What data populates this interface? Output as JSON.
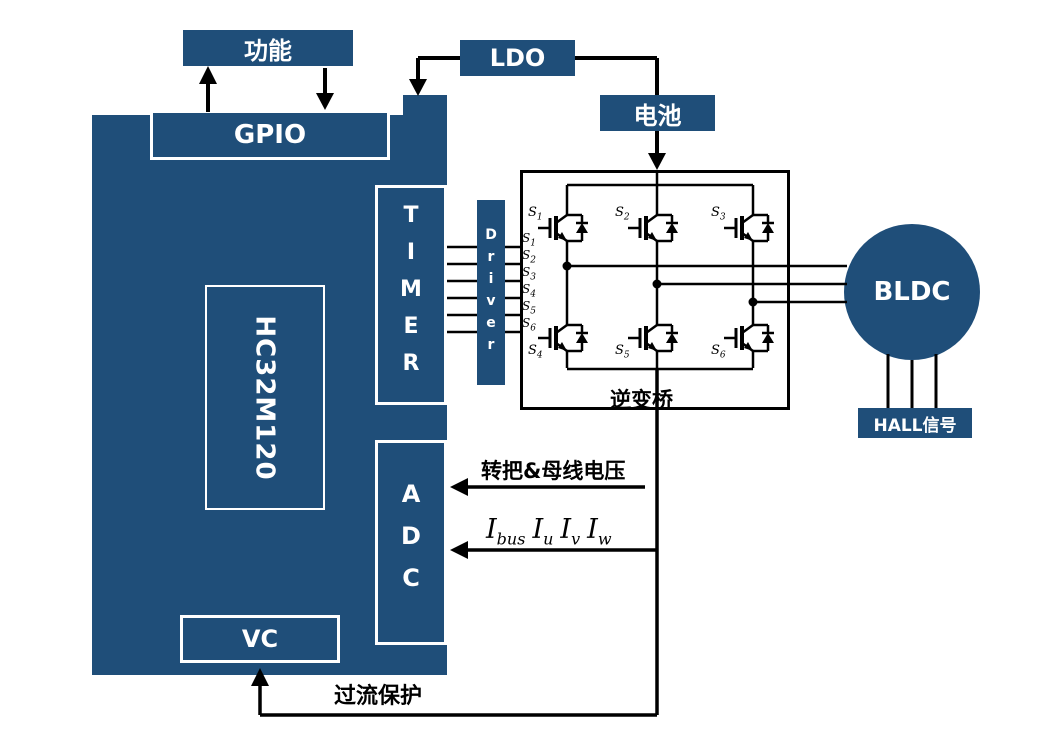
{
  "colors": {
    "block_blue": "#1F4E79",
    "wire_black": "#000000",
    "background": "#FFFFFF"
  },
  "blocks": {
    "function_label": "功能",
    "gpio_label": "GPIO",
    "mcu_label": "HC32M120",
    "timer_label": "TIMER",
    "driver_label": "Driver",
    "ldo_label": "LDO",
    "battery_label": "电池",
    "inverter_label": "逆变桥",
    "bldc_label": "BLDC",
    "hall_label": "HALL信号",
    "adc_label": "ADC",
    "vc_label": "VC"
  },
  "annotations": {
    "throttle_bus_voltage": "转把&母线电压",
    "overcurrent_protection": "过流保护"
  },
  "current_labels": [
    {
      "base": "I",
      "sub": "bus"
    },
    {
      "base": "I",
      "sub": "u"
    },
    {
      "base": "I",
      "sub": "v"
    },
    {
      "base": "I",
      "sub": "w"
    }
  ],
  "bridge_switches": [
    {
      "base": "S",
      "sub": "1"
    },
    {
      "base": "S",
      "sub": "2"
    },
    {
      "base": "S",
      "sub": "3"
    },
    {
      "base": "S",
      "sub": "4"
    },
    {
      "base": "S",
      "sub": "5"
    },
    {
      "base": "S",
      "sub": "6"
    }
  ],
  "driver_line_labels": [
    {
      "base": "S",
      "sub": "1"
    },
    {
      "base": "S",
      "sub": "2"
    },
    {
      "base": "S",
      "sub": "3"
    },
    {
      "base": "S",
      "sub": "4"
    },
    {
      "base": "S",
      "sub": "5"
    },
    {
      "base": "S",
      "sub": "6"
    }
  ]
}
